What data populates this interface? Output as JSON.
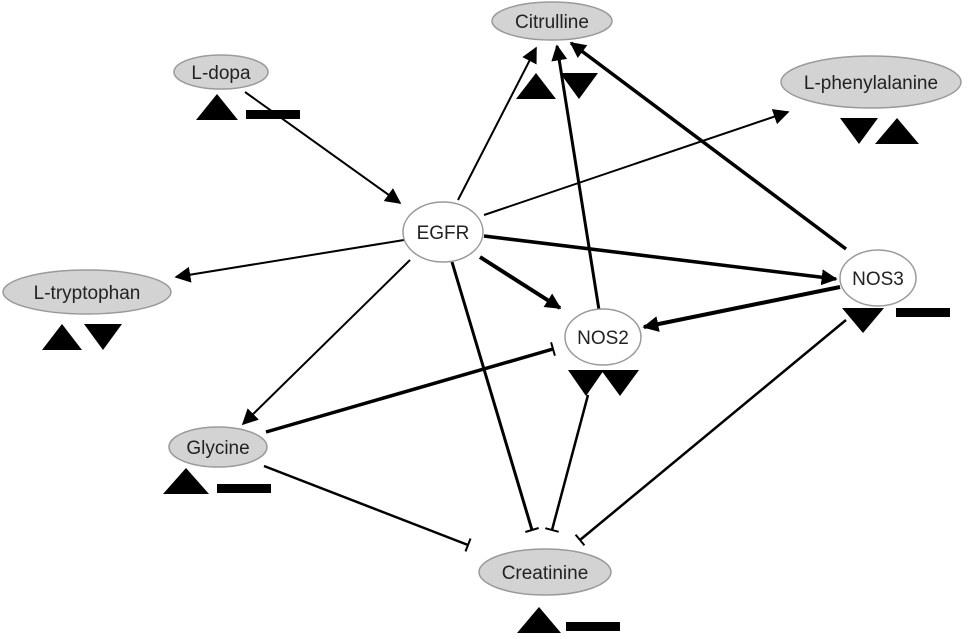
{
  "diagram": {
    "nodes": {
      "citrulline": {
        "label": "Citrulline",
        "type": "metabolite"
      },
      "ldopa": {
        "label": "L-dopa",
        "type": "metabolite"
      },
      "lphenylalanine": {
        "label": "L-phenylalanine",
        "type": "metabolite"
      },
      "egfr": {
        "label": "EGFR",
        "type": "gene"
      },
      "nos3": {
        "label": "NOS3",
        "type": "gene"
      },
      "ltryptophan": {
        "label": "L-tryptophan",
        "type": "metabolite"
      },
      "nos2": {
        "label": "NOS2",
        "type": "gene"
      },
      "glycine": {
        "label": "Glycine",
        "type": "metabolite"
      },
      "creatinine": {
        "label": "Creatinine",
        "type": "metabolite"
      }
    },
    "edges": [
      {
        "from": "L-dopa",
        "to": "EGFR",
        "kind": "activation"
      },
      {
        "from": "EGFR",
        "to": "Citrulline",
        "kind": "activation"
      },
      {
        "from": "EGFR",
        "to": "L-phenylalanine",
        "kind": "activation"
      },
      {
        "from": "EGFR",
        "to": "L-tryptophan",
        "kind": "activation"
      },
      {
        "from": "EGFR",
        "to": "NOS3",
        "kind": "activation"
      },
      {
        "from": "EGFR",
        "to": "NOS2",
        "kind": "activation"
      },
      {
        "from": "EGFR",
        "to": "Glycine",
        "kind": "activation"
      },
      {
        "from": "EGFR",
        "to": "Creatinine",
        "kind": "inhibition"
      },
      {
        "from": "NOS2",
        "to": "Citrulline",
        "kind": "activation"
      },
      {
        "from": "NOS3",
        "to": "Citrulline",
        "kind": "activation"
      },
      {
        "from": "NOS3",
        "to": "NOS2",
        "kind": "activation"
      },
      {
        "from": "NOS3",
        "to": "Creatinine",
        "kind": "inhibition"
      },
      {
        "from": "NOS2",
        "to": "Creatinine",
        "kind": "inhibition"
      },
      {
        "from": "Glycine",
        "to": "NOS2",
        "kind": "inhibition"
      },
      {
        "from": "Glycine",
        "to": "Creatinine",
        "kind": "inhibition"
      }
    ],
    "indicators": {
      "citrulline": [
        "up",
        "down"
      ],
      "ldopa": [
        "up",
        "unchanged"
      ],
      "lphenylalanine": [
        "down",
        "up"
      ],
      "ltryptophan": [
        "up",
        "down"
      ],
      "nos3": [
        "down",
        "unchanged"
      ],
      "nos2": [
        "down",
        "down"
      ],
      "glycine": [
        "up",
        "unchanged"
      ],
      "creatinine": [
        "up",
        "unchanged"
      ]
    },
    "colors": {
      "metabolite_fill": "#d3d3d3",
      "gene_fill": "#ffffff",
      "node_stroke": "#9a9a9a",
      "edge": "#000000"
    }
  }
}
